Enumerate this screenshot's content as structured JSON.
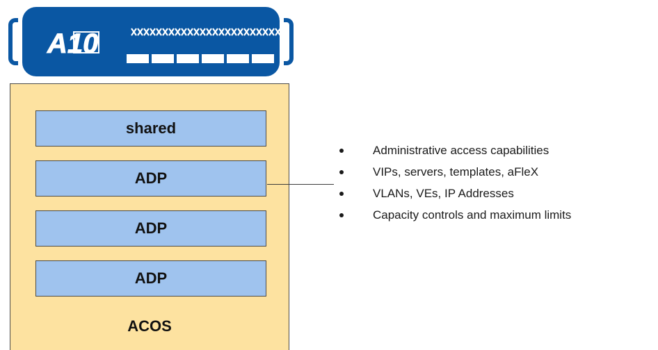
{
  "device": {
    "brand_text": "A10",
    "port_count": 6
  },
  "partitions": [
    {
      "label": "shared"
    },
    {
      "label": "ADP"
    },
    {
      "label": "ADP"
    },
    {
      "label": "ADP"
    }
  ],
  "acos_label": "ACOS",
  "bullets": [
    "Administrative access capabilities",
    "VIPs, servers, templates, aFleX",
    "VLANs, VEs, IP Addresses",
    "Capacity controls and maximum limits"
  ],
  "colors": {
    "device_blue": "#0a57a3",
    "acos_fill": "#fde2a0",
    "partition_fill": "#9fc3ee"
  }
}
